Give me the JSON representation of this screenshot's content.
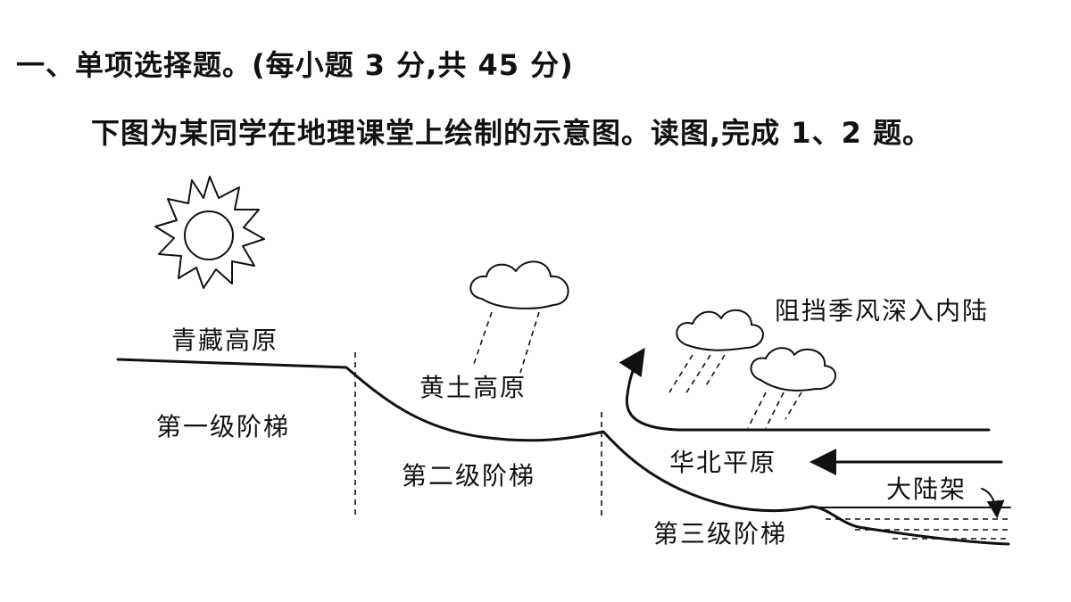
{
  "question": {
    "section_heading": "一、单项选择题。(每小题 3 分,共 45 分)",
    "instruction": "下图为某同学在地理课堂上绘制的示意图。读图,完成 1、2 题。"
  },
  "diagram": {
    "labels": {
      "qinghai_tibet_plateau": "青藏高原",
      "first_step": "第一级阶梯",
      "loess_plateau": "黄土高原",
      "second_step": "第二级阶梯",
      "north_china_plain": "华北平原",
      "third_step": "第三级阶梯",
      "continental_shelf": "大陆架",
      "monsoon_annotation": "阻挡季风深入内陆"
    },
    "icons": [
      "sun-icon",
      "rain-cloud-icon",
      "rain-cloud-icon",
      "rain-cloud-icon"
    ]
  }
}
